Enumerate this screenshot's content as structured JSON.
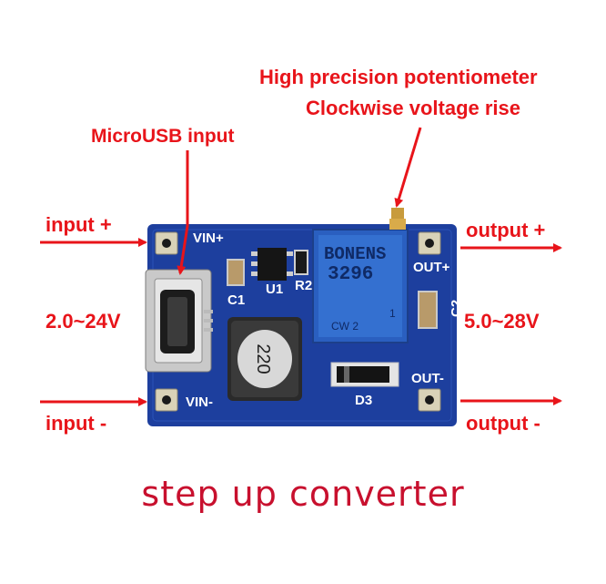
{
  "labels": {
    "pot_line1": "High precision potentiometer",
    "pot_line2": "Clockwise voltage rise",
    "microusb": "MicroUSB input",
    "input_plus": "input +",
    "input_minus": "input -",
    "input_range": "2.0~24V",
    "output_plus": "output +",
    "output_minus": "output -",
    "output_range": "5.0~28V"
  },
  "silkscreen": {
    "vin_plus": "VIN+",
    "vin_minus": "VIN-",
    "out_plus": "OUT+",
    "out_minus": "OUT-",
    "c1": "C1",
    "c2": "C2",
    "u1": "U1",
    "r2": "R2",
    "d3": "D3",
    "inductor": "220",
    "pot_brand": "BONENS",
    "pot_model": "3296",
    "pot_cw": "CW 2",
    "pot_one": "1"
  },
  "caption": "step up converter",
  "colors": {
    "label_red": "#e8141a",
    "pcb_blue": "#1d3f9e",
    "pot_blue": "#2a5fc0"
  }
}
